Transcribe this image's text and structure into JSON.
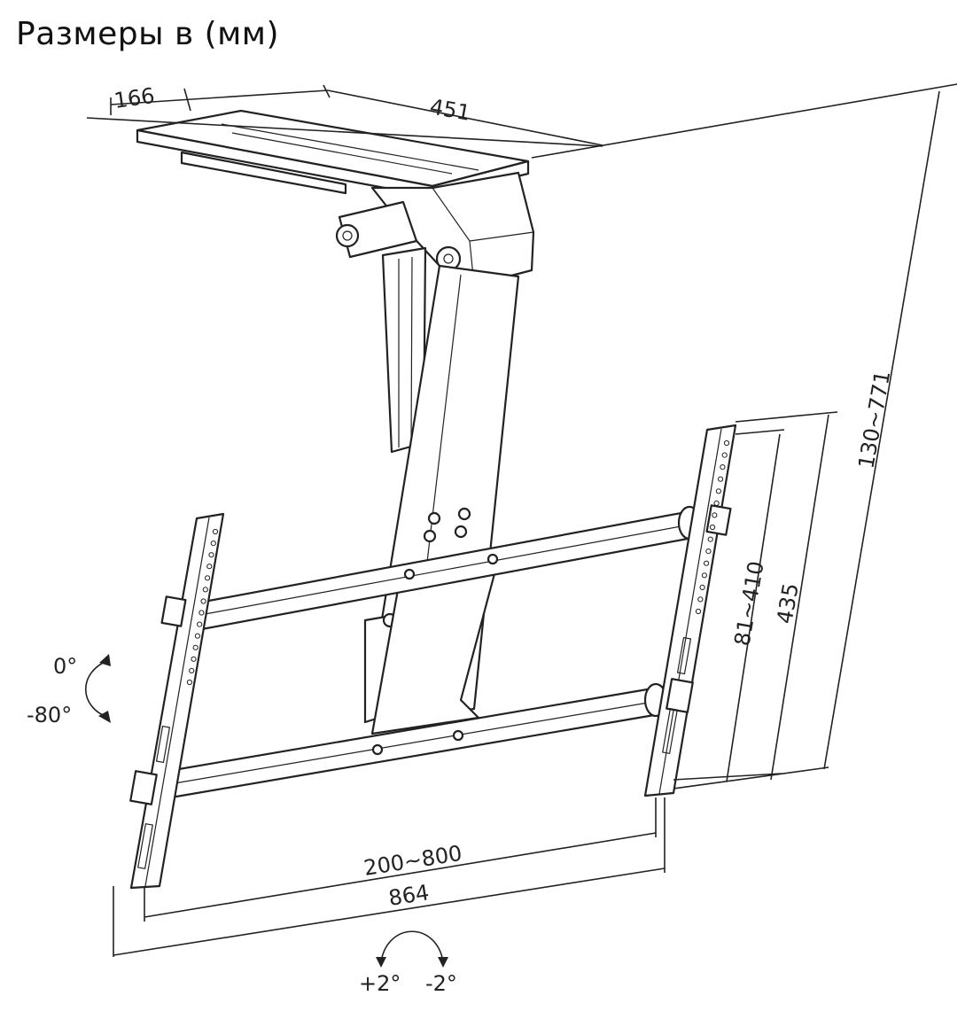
{
  "title": "Размеры в (мм)",
  "dimensions": {
    "plate_depth": "166",
    "plate_width": "451",
    "height_range": "130~771",
    "bracket_height": "435",
    "vesa_vertical": "81~410",
    "vesa_horizontal": "200~800",
    "total_width": "864"
  },
  "rotation": {
    "tilt_top": "0°",
    "tilt_bottom": "-80°",
    "swivel_left": "+2°",
    "swivel_right": "-2°"
  }
}
